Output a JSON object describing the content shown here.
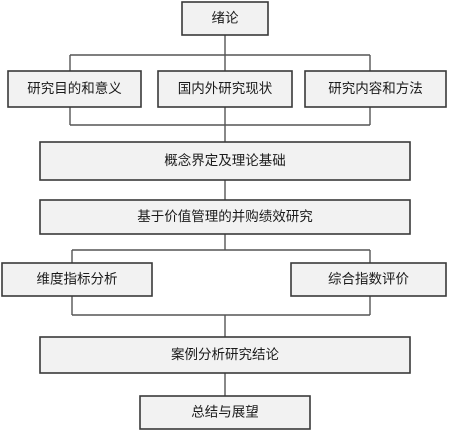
{
  "nodes": {
    "intro": "绪论",
    "purpose": "研究目的和意义",
    "status": "国内外研究现状",
    "methods": "研究内容和方法",
    "concepts": "概念界定及理论基础",
    "vbm": "基于价值管理的并购绩效研究",
    "dimensions": "维度指标分析",
    "composite": "综合指数评价",
    "case": "案例分析研究结论",
    "summary": "总结与展望"
  }
}
